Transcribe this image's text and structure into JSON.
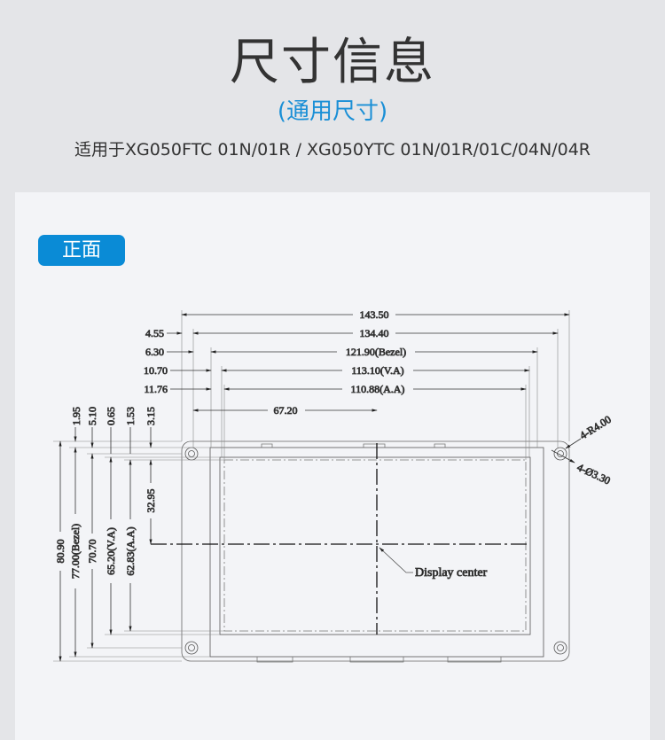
{
  "header": {
    "title": "尺寸信息",
    "subtitle": "(通用尺寸)",
    "models": "适用于XG050FTC 01N/01R  /  XG050YTC  01N/01R/01C/04N/04R"
  },
  "section_tag": "正面",
  "drawing": {
    "horizontal_dims": {
      "overall": "143.50",
      "holes": "134.40",
      "bezel": "121.90(Bezel)",
      "va": "113.10(V.A)",
      "aa": "110.88(A.A)",
      "center": "67.20"
    },
    "left_offsets": [
      "4.55",
      "6.30",
      "10.70",
      "11.76"
    ],
    "top_offsets": [
      "1.95",
      "5.10",
      "0.65",
      "1.53",
      "3.15"
    ],
    "vertical_dims": {
      "overall": "80.90",
      "bezel": "77.00(Bezel)",
      "holes": "70.70",
      "va": "65.20(V.A)",
      "aa": "62.83(A.A)",
      "center": "32.95"
    },
    "radius_note": "4-R4.00",
    "hole_note": "4-Ø3.30",
    "center_label": "Display center"
  },
  "colors": {
    "accent": "#0a8bd6",
    "subtitle": "#1a8fd6"
  }
}
